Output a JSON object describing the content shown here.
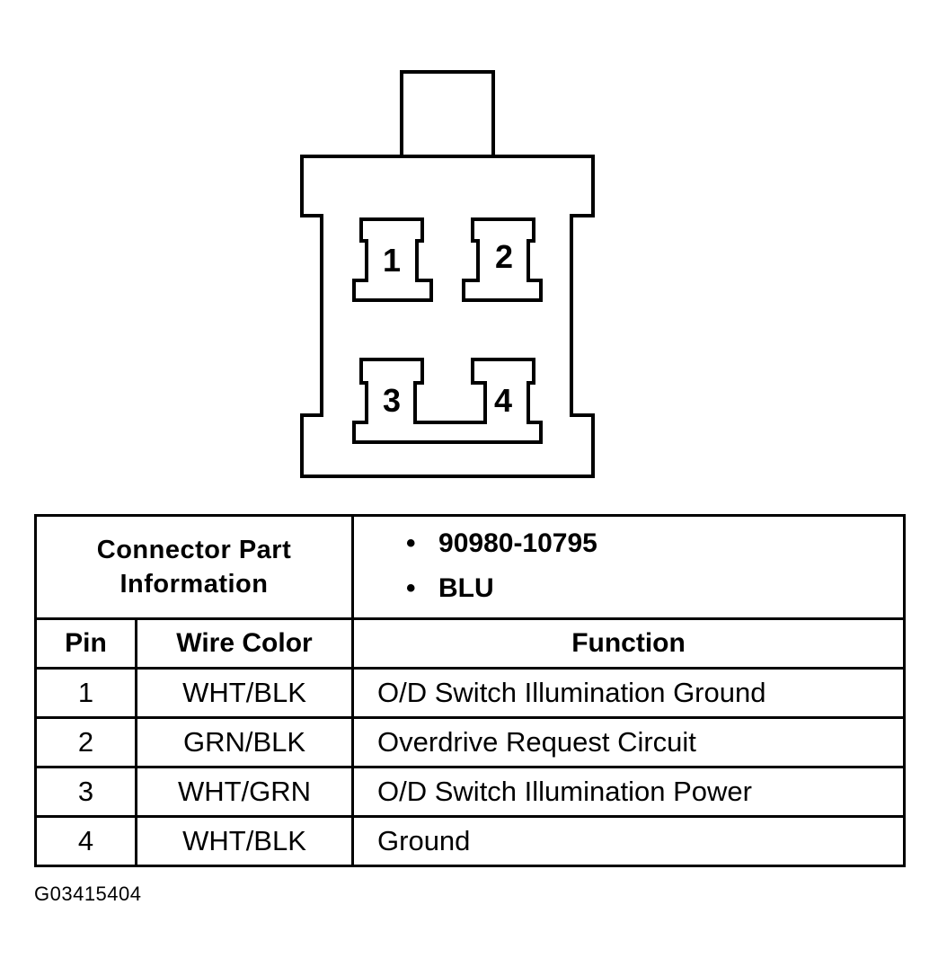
{
  "connector": {
    "pins": [
      "1",
      "2",
      "3",
      "4"
    ]
  },
  "table": {
    "info_label_line1": "Connector Part",
    "info_label_line2": "Information",
    "info_values": [
      "90980-10795",
      "BLU"
    ],
    "headers": {
      "pin": "Pin",
      "wire_color": "Wire Color",
      "function": "Function"
    },
    "rows": [
      {
        "pin": "1",
        "wire_color": "WHT/BLK",
        "function": "O/D Switch Illumination Ground"
      },
      {
        "pin": "2",
        "wire_color": "GRN/BLK",
        "function": "Overdrive Request Circuit"
      },
      {
        "pin": "3",
        "wire_color": "WHT/GRN",
        "function": "O/D Switch Illumination Power"
      },
      {
        "pin": "4",
        "wire_color": "WHT/BLK",
        "function": "Ground"
      }
    ]
  },
  "figure_code": "G03415404"
}
